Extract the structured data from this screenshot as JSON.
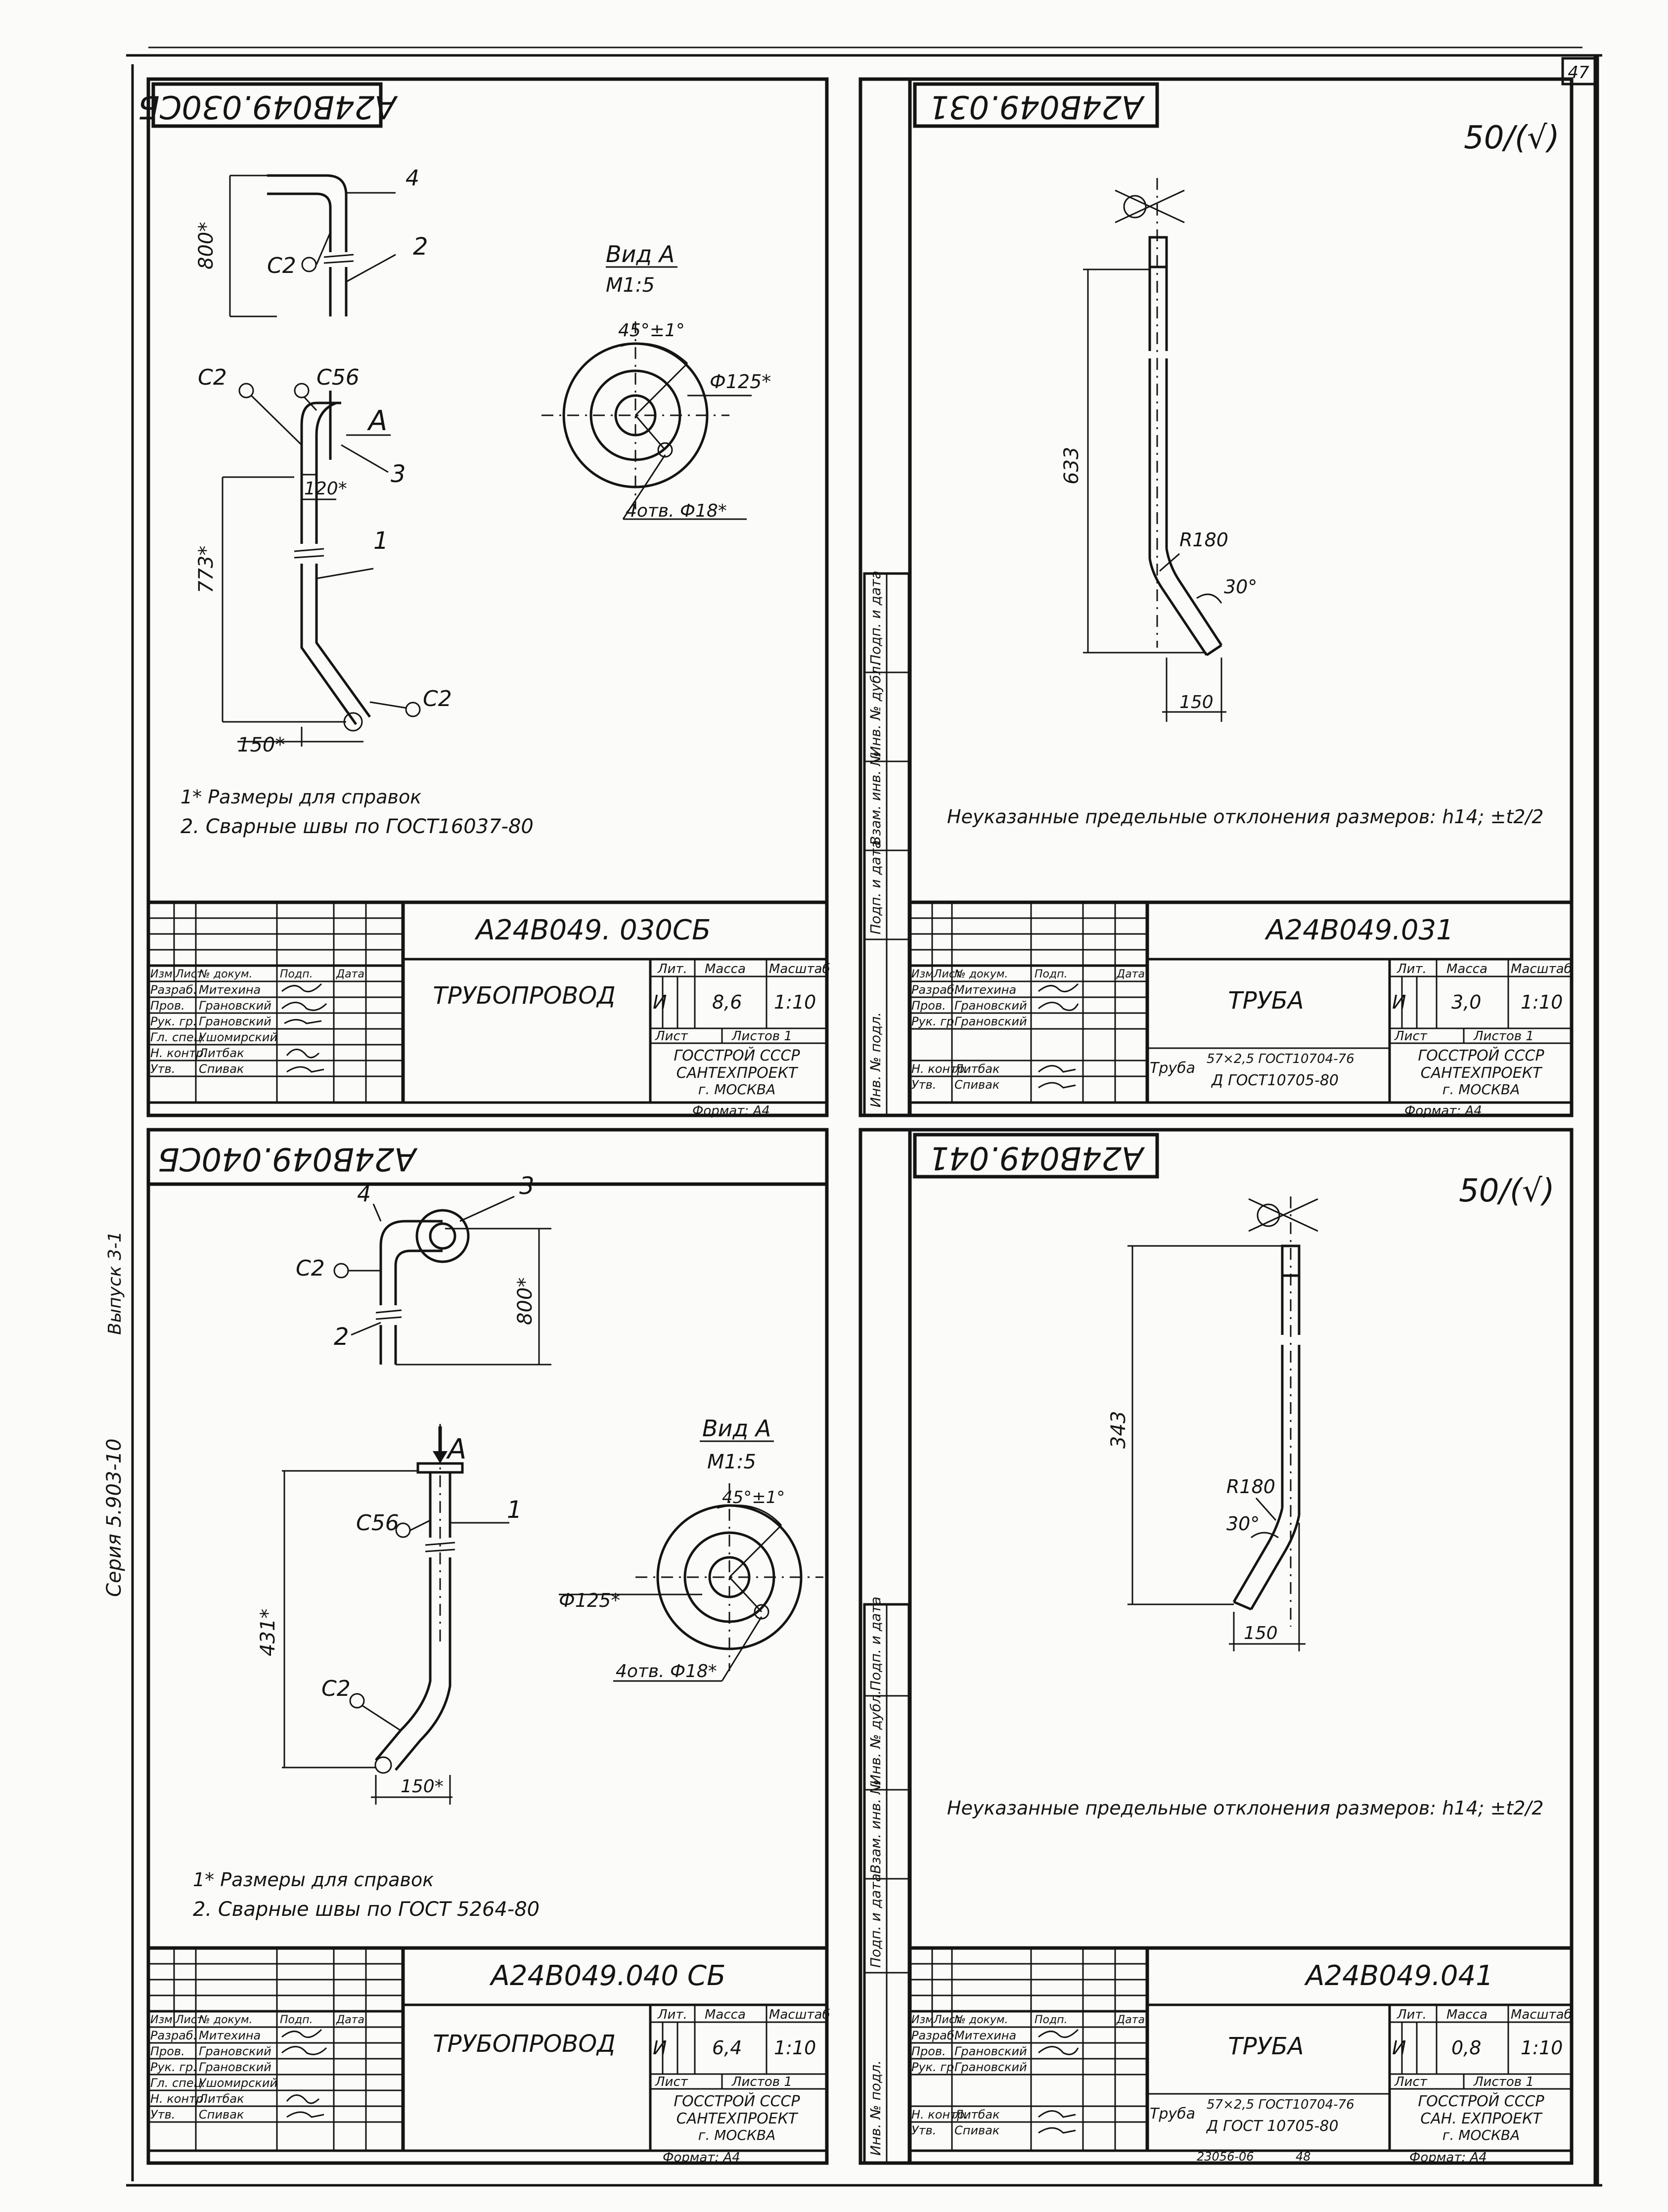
{
  "sheet_number": "47",
  "margin": {
    "series": "Серия 5.903-10",
    "issue": "Выпуск 3-1"
  },
  "surface_finish": "50/(√)",
  "stamp_cols": {
    "izm": "Изм",
    "list": "Лист",
    "doc": "№ докум.",
    "sign": "Подп.",
    "date": "Дата",
    "lit": "Лит.",
    "mass": "Масса",
    "scale": "Масштаб",
    "sheet": "Лист",
    "sheets_1": "Листов 1"
  },
  "org": {
    "l1": "ГОССТРОЙ СССР",
    "l2": "САНТЕХПРОЕКТ",
    "l2b": "САН. ЕХПРОЕКТ",
    "l3": "г. МОСКВА"
  },
  "format_label": "Формат: А4",
  "side_stamp": [
    "Инв. № подл.",
    "Подп. и дата",
    "Взам. инв. №",
    "Инв. № дубл.",
    "Подп. и дата"
  ],
  "footer_code": "23056-06",
  "footer_page": "48",
  "sheets": [
    {
      "code_top": "А24В049.030СБ",
      "code": "А24В049. 030СБ",
      "title": "Трубопровод",
      "lit": "И",
      "mass": "8,6",
      "scale": "1:10",
      "staff": [
        {
          "role": "Разраб.",
          "name": "Митехина"
        },
        {
          "role": "Пров.",
          "name": "Грановский"
        },
        {
          "role": "Рук. гр.",
          "name": "Грановский"
        },
        {
          "role": "Гл. спец.",
          "name": "Ушомирский"
        },
        {
          "role": "Н. контр.",
          "name": "Литбак"
        },
        {
          "role": "Утв.",
          "name": "Спивак"
        }
      ],
      "notes": [
        "1* Размеры для справок",
        "2. Сварные швы по ГОСТ16037-80"
      ],
      "view": {
        "title": "Вид А",
        "scale": "М1:5",
        "angle": "45°±1°",
        "dia": "Ф125*",
        "holes": "4отв. Ф18*"
      },
      "dims": {
        "d800": "800*",
        "d773": "773*",
        "d150": "150*",
        "d120": "120*"
      },
      "labels": {
        "c2": "С2",
        "c56": "С56",
        "a": "А",
        "p1": "1",
        "p2": "2",
        "p3": "3",
        "p4": "4"
      }
    },
    {
      "code_top": "А24В049.031",
      "code": "А24В049.031",
      "title": "Труба",
      "lit": "И",
      "mass": "3,0",
      "scale": "1:10",
      "staff": [
        {
          "role": "Разраб.",
          "name": "Митехина"
        },
        {
          "role": "Пров.",
          "name": "Грановский"
        },
        {
          "role": "Рук. гр.",
          "name": "Грановский"
        },
        {
          "role": "Н. контр.",
          "name": "Литбак"
        },
        {
          "role": "Утв.",
          "name": "Спивак"
        }
      ],
      "material": {
        "prefix": "Труба",
        "l1": "57×2,5 ГОСТ10704-76",
        "l2": "Д ГОСТ10705-80"
      },
      "tolerance": "Неуказанные предельные отклонения размеров: h14; ±t2/2",
      "dims": {
        "len": "633",
        "r": "R180",
        "angle": "30°",
        "w": "150"
      }
    },
    {
      "code_top": "А24В049.040СБ",
      "code": "А24В049.040 СБ",
      "title": "Трубопровод",
      "lit": "И",
      "mass": "6,4",
      "scale": "1:10",
      "staff": [
        {
          "role": "Разраб.",
          "name": "Митехина"
        },
        {
          "role": "Пров.",
          "name": "Грановский"
        },
        {
          "role": "Рук. гр.",
          "name": "Грановский"
        },
        {
          "role": "Гл. спец.",
          "name": "Ушомирский"
        },
        {
          "role": "Н. контр.",
          "name": "Литбак"
        },
        {
          "role": "Утв.",
          "name": "Спивак"
        }
      ],
      "notes": [
        "1* Размеры для справок",
        "2. Сварные швы по ГОСТ 5264-80"
      ],
      "view": {
        "title": "Вид А",
        "scale": "М1:5",
        "angle": "45°±1°",
        "dia": "Ф125*",
        "holes": "4отв. Ф18*"
      },
      "dims": {
        "d800": "800*",
        "d431": "431*",
        "d150": "150*"
      },
      "labels": {
        "c2": "С2",
        "c56": "С56",
        "a": "А",
        "p1": "1",
        "p2": "2",
        "p3": "3",
        "p4": "4"
      }
    },
    {
      "code_top": "А24В049.041",
      "code": "А24В049.041",
      "title": "Труба",
      "lit": "И",
      "mass": "0,8",
      "scale": "1:10",
      "staff": [
        {
          "role": "Разраб.",
          "name": "Митехина"
        },
        {
          "role": "Пров.",
          "name": "Грановский"
        },
        {
          "role": "Рук. гр.",
          "name": "Грановский"
        },
        {
          "role": "Н. контр.",
          "name": "Литбак"
        },
        {
          "role": "Утв.",
          "name": "Спивак"
        }
      ],
      "material": {
        "prefix": "Труба",
        "l1": "57×2,5 ГОСТ10704-76",
        "l2": "Д ГОСТ 10705-80"
      },
      "tolerance": "Неуказанные предельные отклонения размеров: h14; ±t2/2",
      "dims": {
        "len": "343",
        "r": "R180",
        "angle": "30°",
        "w": "150"
      }
    }
  ]
}
